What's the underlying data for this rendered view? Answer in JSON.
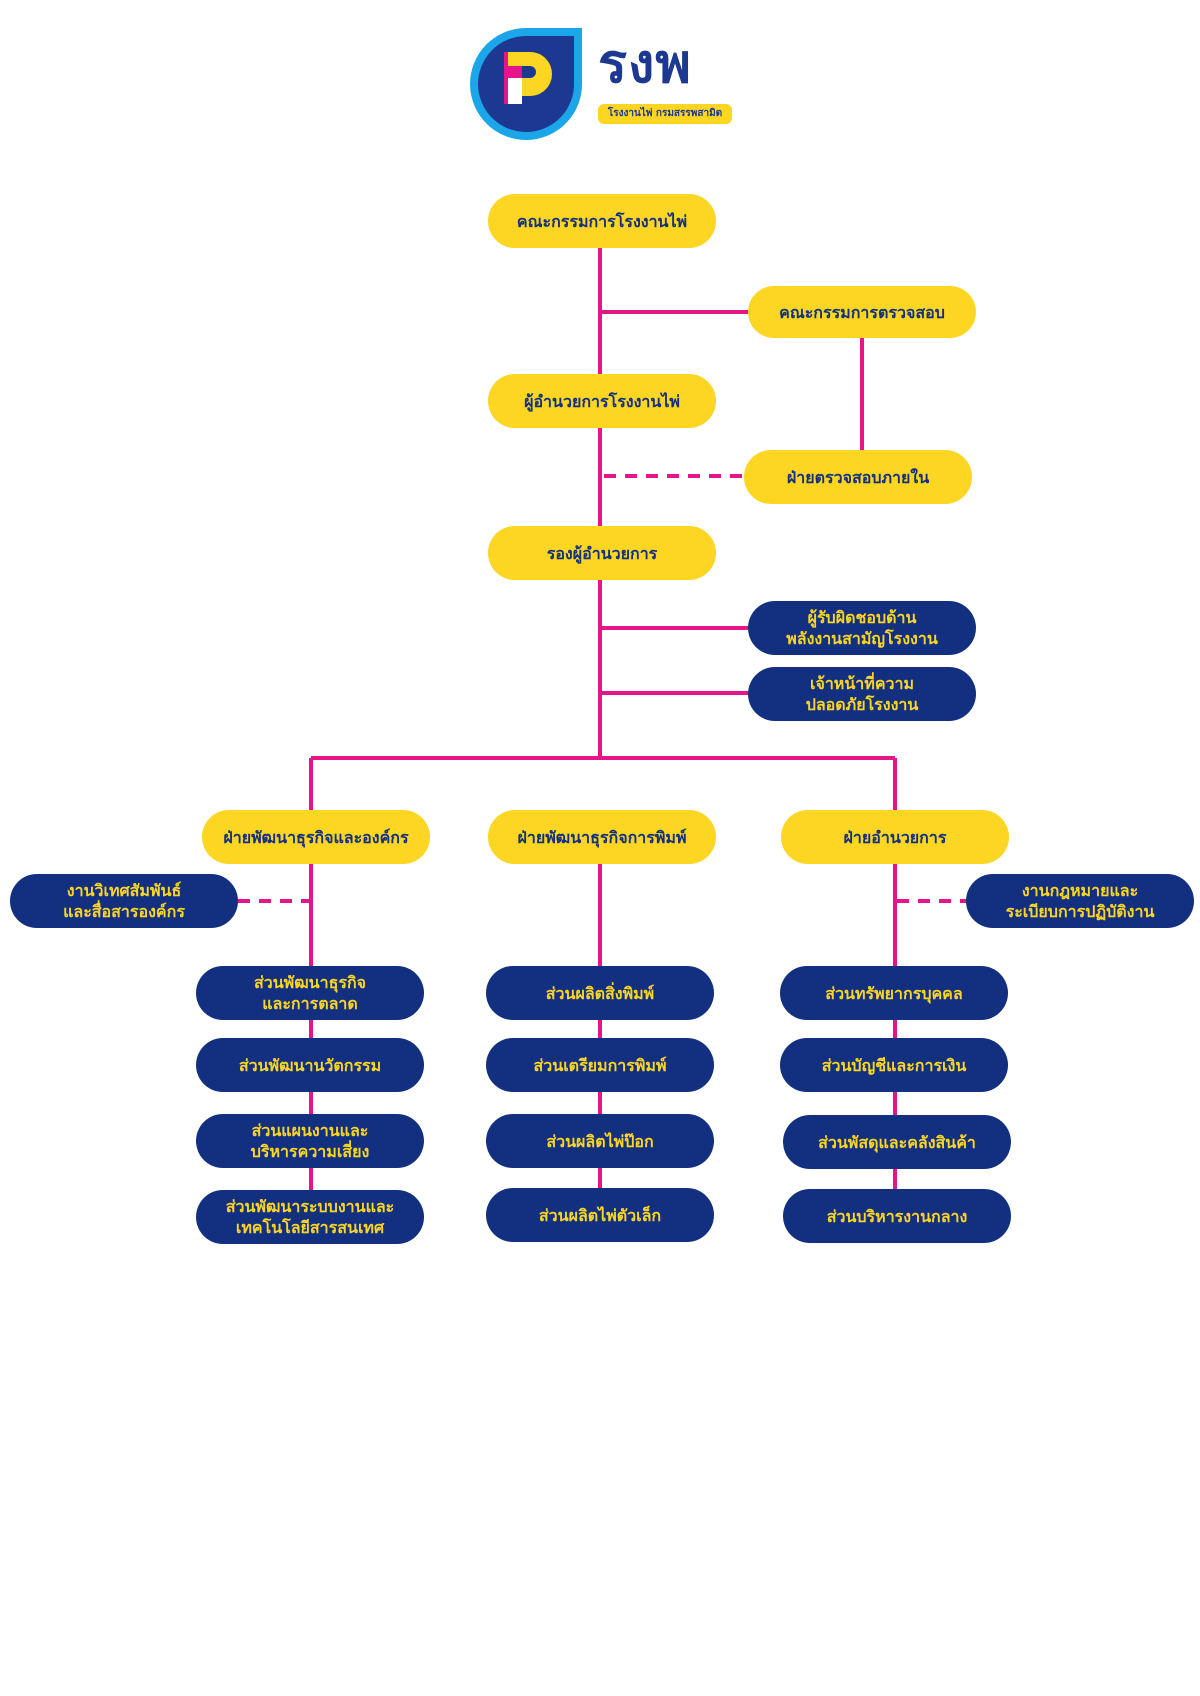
{
  "logo": {
    "wordmark": "รงพ",
    "tagline": "โรงงานไพ่ กรมสรรพสามิต"
  },
  "colors": {
    "accent_line": "#e7158a",
    "yellow": "#fcd622",
    "navy": "#12307f"
  },
  "nodes": {
    "board": "คณะกรรมการโรงงานไพ่",
    "audit_committee": "คณะกรรมการตรวจสอบ",
    "director": "ผู้อำนวยการโรงงานไพ่",
    "internal_audit": "ฝ่ายตรวจสอบภายใน",
    "deputy_director": "รองผู้อำนวยการ",
    "energy_officer": "ผู้รับผิดชอบด้าน\nพลังงานสามัญโรงงาน",
    "safety_officer": "เจ้าหน้าที่ความ\nปลอดภัยโรงงาน",
    "dept_business_org": "ฝ่ายพัฒนาธุรกิจและองค์กร",
    "dept_printing": "ฝ่ายพัฒนาธุรกิจการพิมพ์",
    "dept_admin": "ฝ่ายอำนวยการ",
    "pr_unit": "งานวิเทศสัมพันธ์\nและสื่อสารองค์กร",
    "legal_unit": "งานกฎหมายและ\nระเบียบการปฏิบัติงาน",
    "col1": [
      "ส่วนพัฒนาธุรกิจ\nและการตลาด",
      "ส่วนพัฒนานวัตกรรม",
      "ส่วนแผนงานและ\nบริหารความเสี่ยง",
      "ส่วนพัฒนาระบบงานและ\nเทคโนโลยีสารสนเทศ"
    ],
    "col2": [
      "ส่วนผลิตสิ่งพิมพ์",
      "ส่วนเตรียมการพิมพ์",
      "ส่วนผลิตไพ่ป๊อก",
      "ส่วนผลิตไพ่ตัวเล็ก"
    ],
    "col3": [
      "ส่วนทรัพยากรบุคคล",
      "ส่วนบัญชีและการเงิน",
      "ส่วนพัสดุและคลังสินค้า",
      "ส่วนบริหารงานกลาง"
    ]
  }
}
